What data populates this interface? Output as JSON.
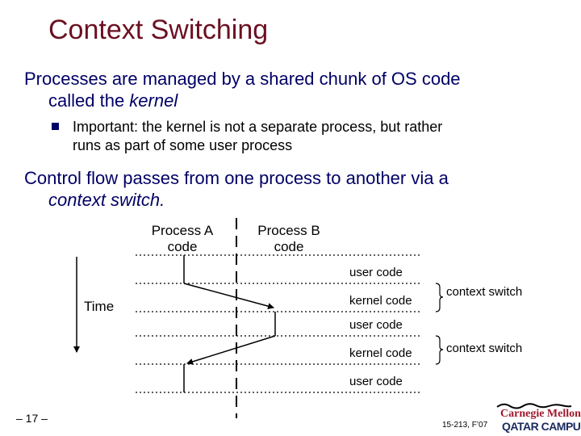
{
  "slide": {
    "title": "Context Switching",
    "bullet1": {
      "text_a": "Processes are managed by a shared chunk of OS code",
      "text_b": "called the ",
      "text_b_italic": "kernel"
    },
    "subbullet": {
      "line1": "Important: the kernel is not a separate process, but rather",
      "line2": "runs as part of some user process"
    },
    "bullet2": {
      "line1": "Control flow passes from one process to another via a",
      "line2_italic": "context switch."
    }
  },
  "diagram": {
    "column_a": {
      "line1": "Process A",
      "line2": "code"
    },
    "column_b": {
      "line1": "Process B",
      "line2": "code"
    },
    "time_label": "Time",
    "row_labels": [
      "user code",
      "kernel code",
      "user code",
      "kernel code",
      "user code"
    ],
    "brace_labels": [
      "context switch",
      "context switch"
    ]
  },
  "footer": {
    "page_number": "– 17 –",
    "course": "15-213, F’07",
    "logo_line1": "Carnegie Mellon",
    "logo_line2": "QATAR CAMPUS"
  }
}
